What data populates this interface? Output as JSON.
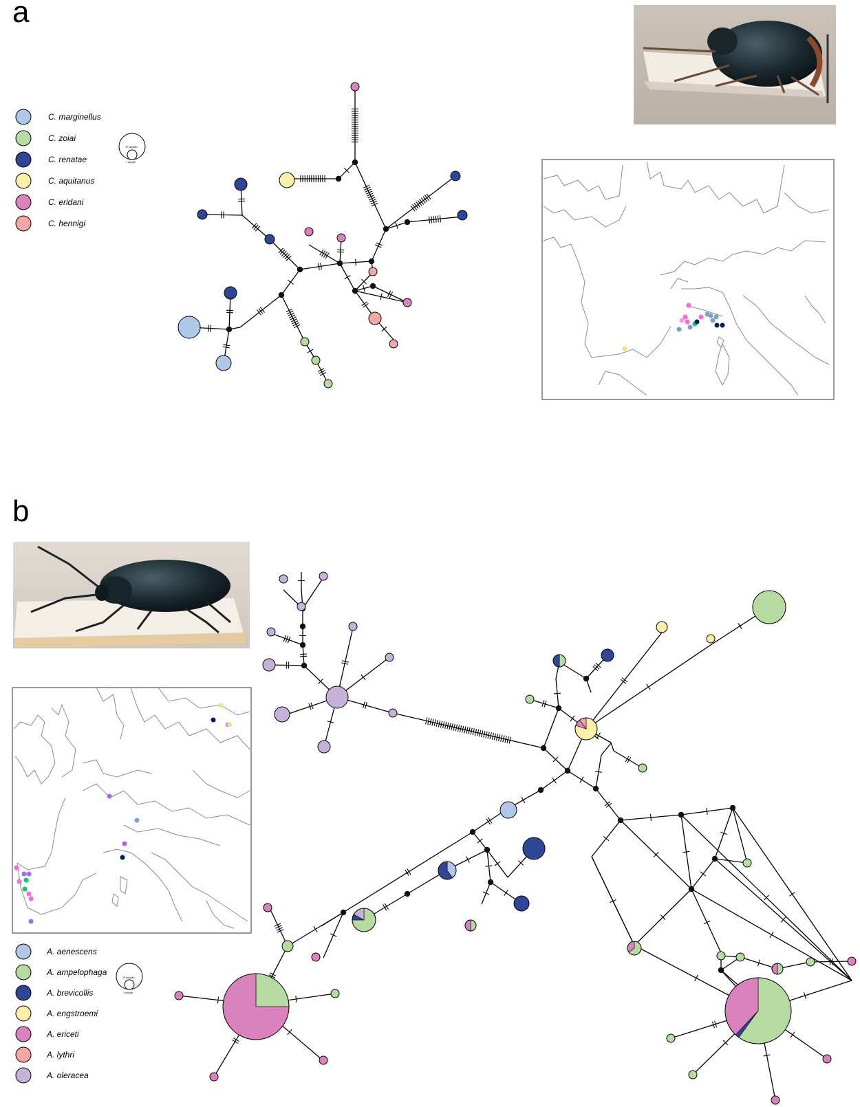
{
  "panels": [
    {
      "label": "a",
      "legend": [
        {
          "name": "C. marginellus",
          "color": "#b0c8e8"
        },
        {
          "name": "C. zoiai",
          "color": "#b5dba0"
        },
        {
          "name": "C. renatae",
          "color": "#2f4696"
        },
        {
          "name": "C. aquitanus",
          "color": "#fbf0a8"
        },
        {
          "name": "C. eridani",
          "color": "#d982bd"
        },
        {
          "name": "C. hennigi",
          "color": "#f4a7a4"
        }
      ],
      "size_key": {
        "large": "10 samples",
        "small": "1 sample"
      },
      "photo": "beetle-photo",
      "map": "map-southern-france-italy"
    },
    {
      "label": "b",
      "legend": [
        {
          "name": "A. aenescens",
          "color": "#b0c8e8"
        },
        {
          "name": "A. ampelophaga",
          "color": "#b5dba0"
        },
        {
          "name": "A. brevicollis",
          "color": "#2f4696"
        },
        {
          "name": "A. engstroemi",
          "color": "#fbf0a8"
        },
        {
          "name": "A. ericeti",
          "color": "#d982bd"
        },
        {
          "name": "A. lythri",
          "color": "#f4a7a4"
        },
        {
          "name": "A. oleracea",
          "color": "#c6b2d9"
        }
      ],
      "size_key": {
        "large": "10 samples",
        "small": "1 sample"
      },
      "photo": "beetle-photo",
      "map": "map-europe"
    }
  ],
  "colors": {
    "node": "#111111",
    "edge": "#000000",
    "map_line": "#8a8a8a"
  }
}
